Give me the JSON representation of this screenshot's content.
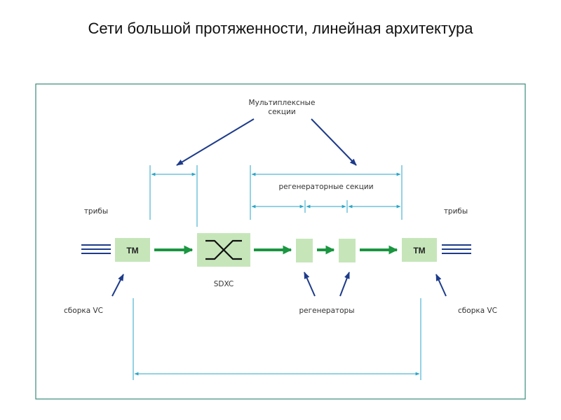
{
  "title": "Сети большой протяженности, линейная архитектура",
  "labels": {
    "multiplex_line1": "Мультиплексные",
    "multiplex_line2": "секции",
    "regen_sections": "регенераторные секции",
    "tribs_left": "трибы",
    "tribs_right": "трибы",
    "sdxc": "SDXC",
    "assembly_left": "сборка VC",
    "assembly_right": "сборка VC",
    "regenerators": "регенераторы"
  },
  "nodes": {
    "tm_left": "TM",
    "tm_right": "TM"
  },
  "colors": {
    "frame": "#3a8a7a",
    "dimension": "#2aa6c8",
    "box_fill": "#c6e6ba",
    "flow_arrow": "#1a9640",
    "pointer_arrow": "#1d3b8a",
    "trib_lines": "#1d3b8a"
  }
}
